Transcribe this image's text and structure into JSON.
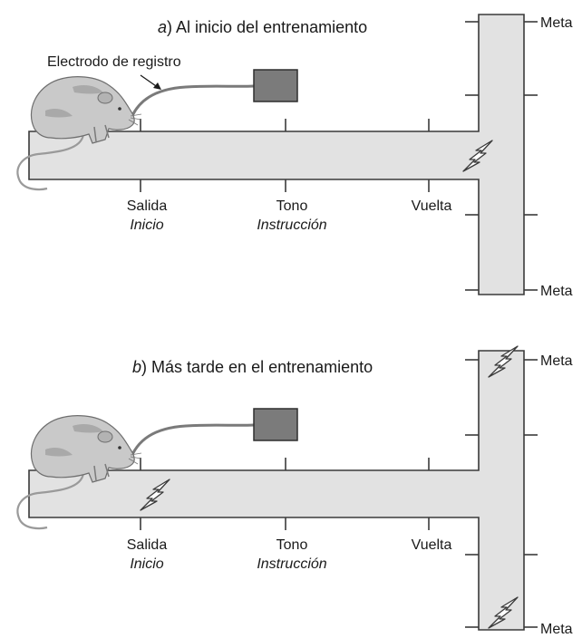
{
  "panel_a": {
    "caption_letter": "a",
    "caption_text": ") Al inicio del entrenamiento",
    "electrode_label": "Electrodo de registro",
    "labels": {
      "start": "Salida",
      "start_sub": "Inicio",
      "tone": "Tono",
      "tone_sub": "Instrucción",
      "turn": "Vuelta",
      "goal_top": "Meta",
      "goal_bottom": "Meta"
    }
  },
  "panel_b": {
    "caption_letter": "b",
    "caption_text": ") Más tarde en el entrenamiento",
    "labels": {
      "start": "Salida",
      "start_sub": "Inicio",
      "tone": "Tono",
      "tone_sub": "Instrucción",
      "turn": "Vuelta",
      "goal_top": "Meta",
      "goal_bottom": "Meta"
    }
  },
  "icons": {
    "shock": "lightning-bolt-icon",
    "rat": "rat-icon",
    "recorder": "recording-device-icon"
  },
  "colors": {
    "maze_fill": "#e2e2e2",
    "device_fill": "#7b7b7b",
    "line": "#3a3a3a"
  }
}
